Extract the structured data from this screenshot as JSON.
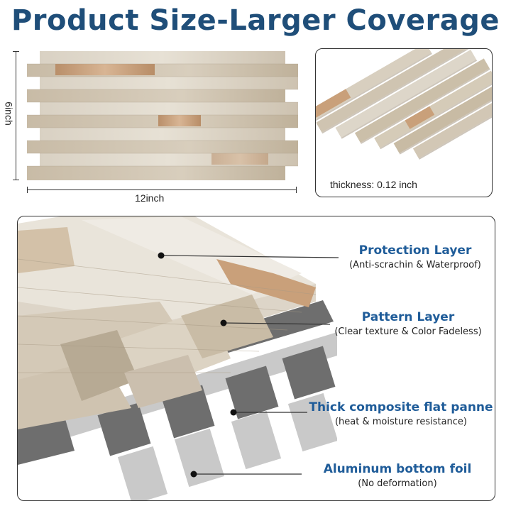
{
  "title": "Product Size-Larger Coverage",
  "dimensions": {
    "width_label": "12inch",
    "height_label": "6inch",
    "thickness_label": "thickness: 0.12 inch"
  },
  "layers": [
    {
      "name": "Protection Layer",
      "desc": "(Anti-scrachin & Waterproof)"
    },
    {
      "name": "Pattern Layer",
      "desc": "(Clear texture & Color Fadeless)"
    },
    {
      "name": "Thick composite flat panne",
      "desc": "(heat & moisture resistance)"
    },
    {
      "name": "Aluminum bottom foil",
      "desc": "(No deformation)"
    }
  ],
  "colors": {
    "title": "#1f4e79",
    "layer_title": "#1f5c99",
    "stone_light": "#e6e0d6",
    "stone_mid": "#cbbfae",
    "accent_bronze": "#c9a07a",
    "composite_dark": "#6e6e6e",
    "foil_light": "#c9c9c9"
  }
}
